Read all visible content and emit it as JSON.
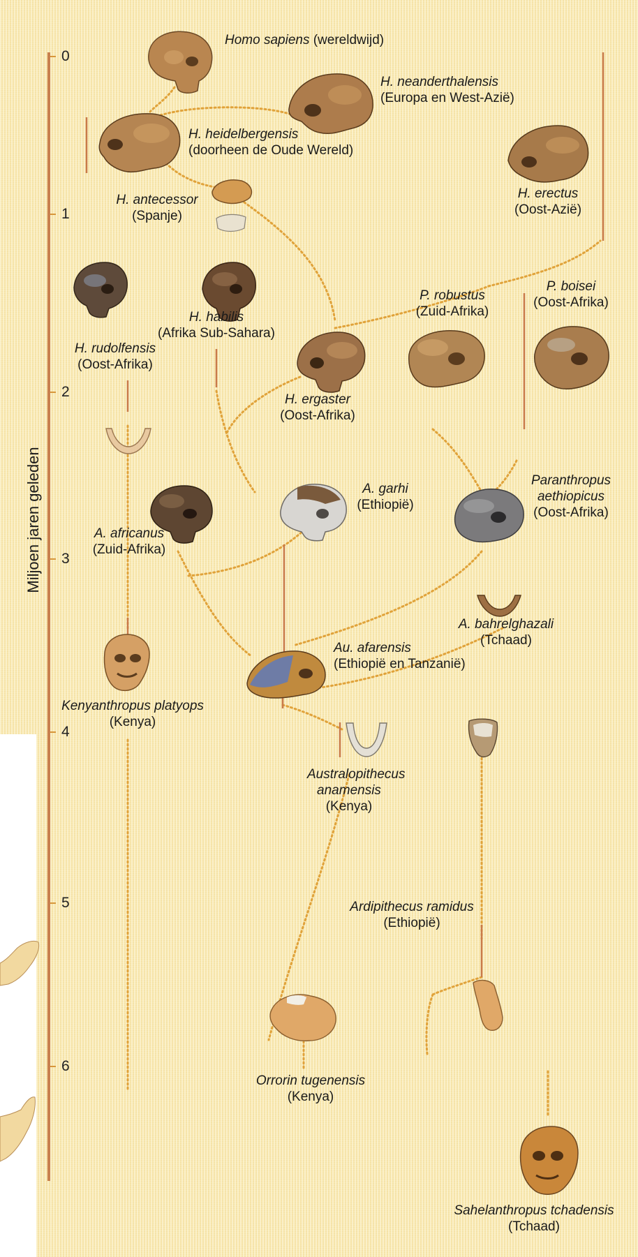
{
  "axis": {
    "label": "Miljoen jaren geleden",
    "ticks": [
      "0",
      "1",
      "2",
      "3",
      "4",
      "5",
      "6"
    ]
  },
  "species": [
    {
      "id": "homo-sapiens",
      "name": "Homo sapiens",
      "suffix": " (wereldwijd)",
      "region": ""
    },
    {
      "id": "neanderthalensis",
      "name": "H. neanderthalensis",
      "region": "(Europa en West-Azië)"
    },
    {
      "id": "heidelbergensis",
      "name": "H. heidelbergensis",
      "region": "(doorheen de Oude Wereld)"
    },
    {
      "id": "antecessor",
      "name": "H. antecessor",
      "region": "(Spanje)"
    },
    {
      "id": "erectus",
      "name": "H. erectus",
      "region": "(Oost-Azië)"
    },
    {
      "id": "habilis",
      "name": "H. habilis",
      "region": "(Afrika Sub-Sahara)"
    },
    {
      "id": "rudolfensis",
      "name": "H. rudolfensis",
      "region": "(Oost-Afrika)"
    },
    {
      "id": "robustus",
      "name": "P. robustus",
      "region": "(Zuid-Afrika)"
    },
    {
      "id": "boisei",
      "name": "P. boisei",
      "region": "(Oost-Afrika)"
    },
    {
      "id": "ergaster",
      "name": "H. ergaster",
      "region": "(Oost-Afrika)"
    },
    {
      "id": "garhi",
      "name": "A. garhi",
      "region": "(Ethiopië)"
    },
    {
      "id": "aethiopicus",
      "name": "Paranthropus aethiopicus",
      "region": "(Oost-Afrika)"
    },
    {
      "id": "africanus",
      "name": "A. africanus",
      "region": "(Zuid-Afrika)"
    },
    {
      "id": "bahrelghazali",
      "name": "A. bahrelghazali",
      "region": "(Tchaad)"
    },
    {
      "id": "afarensis",
      "name": "Au. afarensis",
      "region": "(Ethiopië en Tanzanië)"
    },
    {
      "id": "kenyanthropus",
      "name": "Kenyanthropus platyops",
      "region": "(Kenya)"
    },
    {
      "id": "anamensis",
      "name": "Australopithecus anamensis",
      "region": "(Kenya)"
    },
    {
      "id": "ramidus",
      "name": "Ardipithecus ramidus",
      "region": "(Ethiopië)"
    },
    {
      "id": "orrorin",
      "name": "Orrorin tugenensis",
      "region": "(Kenya)"
    },
    {
      "id": "sahelanthropus",
      "name": "Sahelanthropus tchadensis",
      "region": "(Tchaad)"
    }
  ],
  "colors": {
    "background": "#f7e6ad",
    "timeline": "#c8804e",
    "tick": "#d7963a",
    "range_bar": "#c97a4a",
    "dotted_link": "#e0a23a",
    "skull_tan": "#b58552",
    "skull_dark": "#5a3e25",
    "skull_gray": "#8a8e94",
    "skull_blue": "#6f7fa8"
  }
}
